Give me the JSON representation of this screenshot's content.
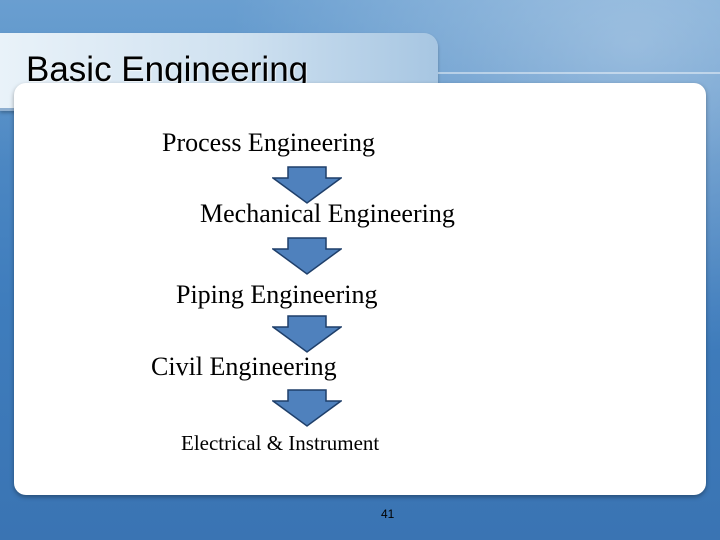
{
  "slide": {
    "title": "Basic Engineering",
    "page_number": "41",
    "accent_color": "#4f81bd"
  },
  "flow": {
    "steps": [
      "Process Engineering",
      "Mechanical Engineering",
      "Piping Engineering",
      "Civil Engineering",
      "Electrical & Instrument"
    ],
    "connector_icon": "down-arrow-icon"
  }
}
